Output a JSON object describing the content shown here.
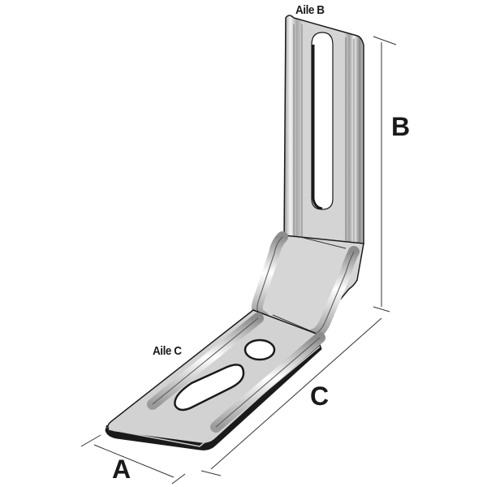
{
  "diagram": {
    "subject": "Metal angle bracket (équerre) with reinforcing ribs",
    "labels": {
      "flange_b": "Aile B",
      "flange_c": "Aile C"
    },
    "dimensions": {
      "width": "A",
      "height": "B",
      "length": "C"
    },
    "colors": {
      "metal_face": "#d4d4d4",
      "metal_shadow": "#9a9a9a",
      "metal_highlight": "#f5f5f5",
      "outline": "#1a1a1a",
      "dimension_line": "#333333",
      "background": "#ffffff"
    }
  }
}
